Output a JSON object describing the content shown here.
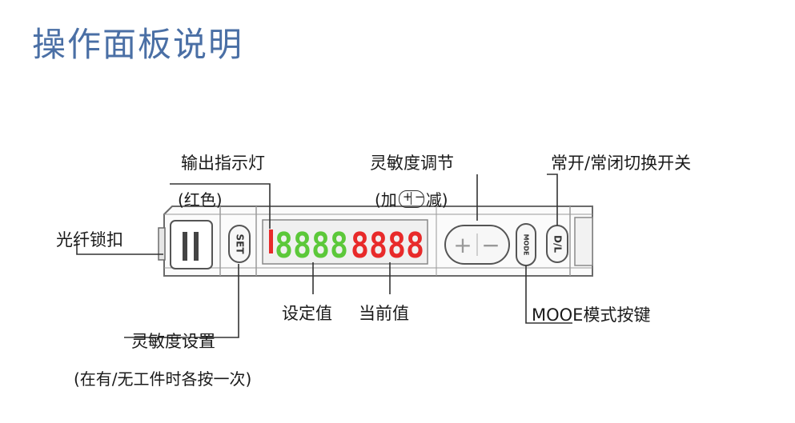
{
  "title": "操作面板说明",
  "labels": {
    "indicator": "输出指示灯",
    "indicator_color": "(红色)",
    "sensitivity_adjust": "灵敏度调节",
    "sensitivity_adjust_sub_pre": "(加",
    "sensitivity_adjust_sub_post": "减)",
    "no_nc_switch": "常开/常闭切换开关",
    "fiber_lock": "光纤锁扣",
    "set_value": "设定值",
    "current_value": "当前值",
    "mode_button": "MOOE模式按键",
    "sensitivity_set": "灵敏度设置",
    "sensitivity_set_sub": "(在有/无工件时各按一次)"
  },
  "device": {
    "set_button": "SET",
    "mode_button": "MODE",
    "dl_button": "D/L",
    "set_display": "8888",
    "current_display": "8888",
    "plus_glyph": "+",
    "minus_glyph": "−"
  },
  "colors": {
    "title": "#4a6fa5",
    "set_digits": "#5cc83a",
    "current_digits": "#e82a2a",
    "indicator": "#e82a2a"
  }
}
